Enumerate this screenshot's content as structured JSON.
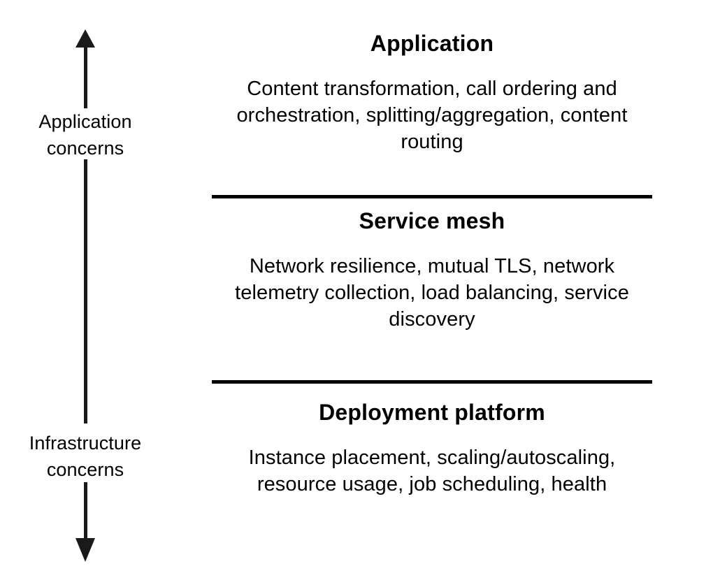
{
  "diagram": {
    "type": "layered-stack",
    "axis": {
      "orientation": "vertical",
      "double_headed": true,
      "top_label": "Application\nconcerns",
      "top_label_line1": "Application",
      "top_label_line2": "concerns",
      "bottom_label_line1": "Infrastructure",
      "bottom_label_line2": "concerns",
      "color": "#1a1a1a"
    },
    "layers": [
      {
        "id": "application",
        "title": "Application",
        "description": "Content transformation, call ordering and orchestration, splitting/aggregation, content routing"
      },
      {
        "id": "service-mesh",
        "title": "Service mesh",
        "description": "Network resilience, mutual TLS, network telemetry collection, load balancing, service discovery"
      },
      {
        "id": "deployment-platform",
        "title": "Deployment platform",
        "description": "Instance placement, scaling/autoscaling, resource usage, job scheduling, health"
      }
    ],
    "colors": {
      "foreground": "#000000",
      "background": "#ffffff",
      "divider": "#000000"
    }
  }
}
